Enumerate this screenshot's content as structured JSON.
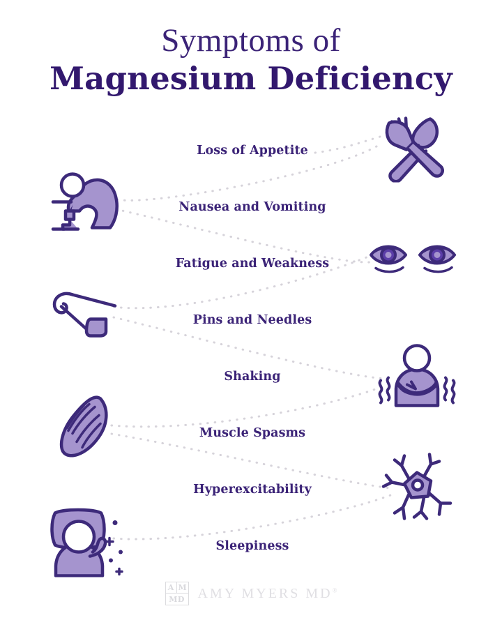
{
  "theme": {
    "background": "#ffffff",
    "title_color": "#32186e",
    "label_color": "#3b2377",
    "icon_fill": "#a594ce",
    "icon_stroke": "#3d2a7a",
    "connector_color": "#d6d3da",
    "footer_color": "#e0dfe3"
  },
  "header": {
    "title_line_1": "Symptoms of",
    "title_line_2": "Magnesium Deficiency"
  },
  "symptoms": [
    {
      "label": "Loss of Appetite",
      "icon": "fork-and-spoon-icon",
      "icon_side": "right"
    },
    {
      "label": "Nausea and Vomiting",
      "icon": "vomiting-person-icon",
      "icon_side": "left"
    },
    {
      "label": "Fatigue and Weakness",
      "icon": "tired-eyes-icon",
      "icon_side": "right"
    },
    {
      "label": "Pins and Needles",
      "icon": "safety-pin-icon",
      "icon_side": "left"
    },
    {
      "label": "Shaking",
      "icon": "shivering-person-icon",
      "icon_side": "right"
    },
    {
      "label": "Muscle Spasms",
      "icon": "muscle-fiber-icon",
      "icon_side": "left"
    },
    {
      "label": "Hyperexcitability",
      "icon": "neuron-icon",
      "icon_side": "right"
    },
    {
      "label": "Sleepiness",
      "icon": "sleeping-person-icon",
      "icon_side": "left"
    }
  ],
  "footer": {
    "logo_mark_a": "A",
    "logo_mark_m": "M",
    "logo_mark_md": "MD",
    "wordmark": "AMY MYERS MD",
    "wordmark_trademark": "®"
  }
}
